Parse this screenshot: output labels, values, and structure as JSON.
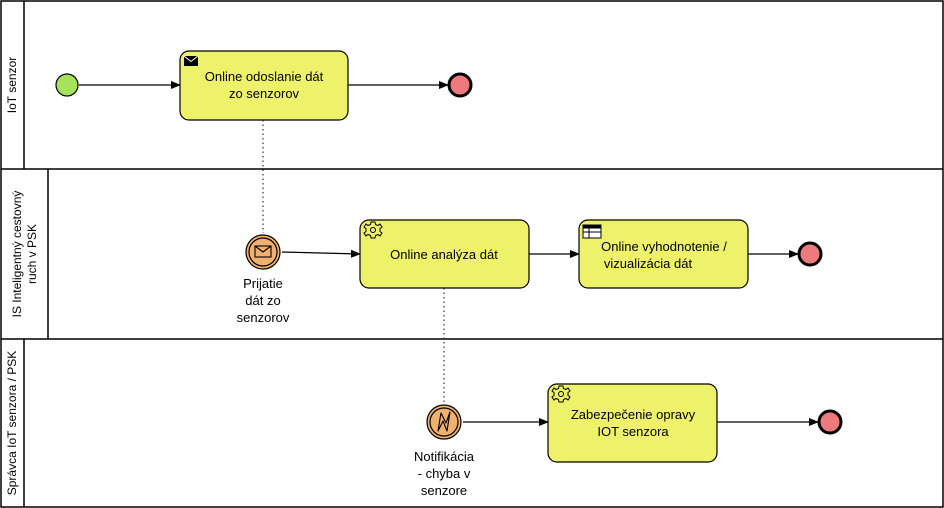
{
  "lanes": {
    "iot": {
      "label": "IoT senzor"
    },
    "is": {
      "line1": "IS Inteligentný cestovný",
      "line2": "ruch v PSK"
    },
    "admin": {
      "label": "Správca IoT senzora / PSK"
    }
  },
  "tasks": {
    "send": {
      "line1": "Online odoslanie dát",
      "line2": "zo senzorov",
      "icon": "envelope-filled-icon"
    },
    "analyze": {
      "line1": "Online analýza dát",
      "icon": "gear-icon"
    },
    "evaluate": {
      "line1": "Online vyhodnotenie /",
      "line2": "vizualizácia dát",
      "icon": "table-icon"
    },
    "repair": {
      "line1": "Zabezpečenie opravy",
      "line2": "IOT senzora",
      "icon": "gear-icon"
    }
  },
  "events": {
    "receive": {
      "line1": "Prijatie",
      "line2": "dát zo",
      "line3": "senzorov",
      "icon": "envelope-icon"
    },
    "notify": {
      "line1": "Notifikácia",
      "line2": "- chyba v",
      "line3": "senzore",
      "icon": "lightning-icon"
    }
  },
  "colors": {
    "task_fill": "#EEF26A",
    "start_fill": "#A6E35C",
    "end_fill": "#EF7A7E",
    "intermediate_fill": "#F0B170"
  }
}
